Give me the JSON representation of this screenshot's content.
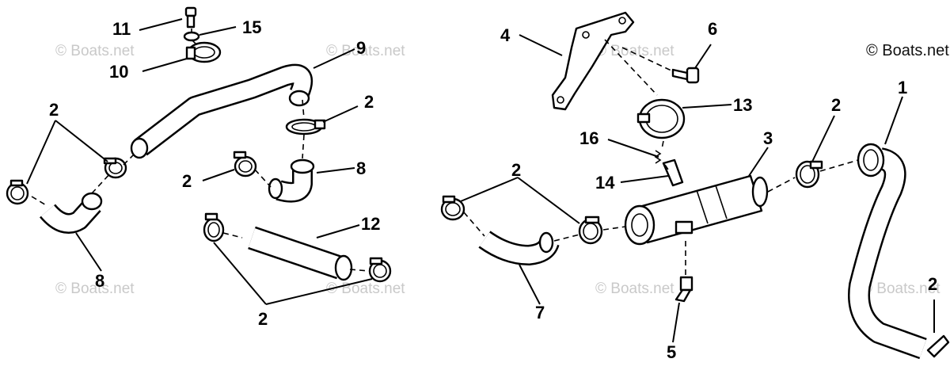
{
  "copyright": "© Boats.net",
  "watermarks": [
    "© Boats.net",
    "© Boats.net",
    "© Boats.net",
    "© Boats.net",
    "© Boats.net",
    "© Boats.net",
    "© Boats.net"
  ],
  "callouts": {
    "c1": "1",
    "c2a": "2",
    "c2b": "2",
    "c2c": "2",
    "c2d": "2",
    "c2e": "2",
    "c2f": "2",
    "c2g": "2",
    "c3": "3",
    "c4": "4",
    "c5": "5",
    "c6": "6",
    "c7": "7",
    "c8a": "8",
    "c8b": "8",
    "c9": "9",
    "c10": "10",
    "c11": "11",
    "c12": "12",
    "c13": "13",
    "c14": "14",
    "c15": "15",
    "c16": "16"
  },
  "colors": {
    "line": "#000000",
    "watermark": "#c9c9c9",
    "background": "#ffffff"
  }
}
